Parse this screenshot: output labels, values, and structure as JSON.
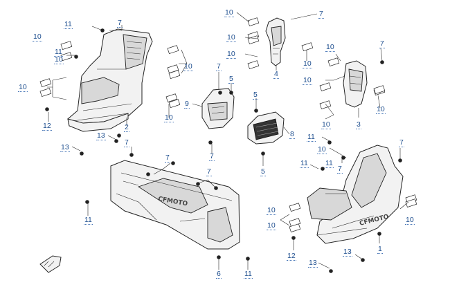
{
  "callouts": [
    {
      "id": "c1",
      "text": "11"
    },
    {
      "id": "c2",
      "text": "7"
    },
    {
      "id": "c3",
      "text": "10"
    },
    {
      "id": "c4",
      "text": "11"
    },
    {
      "id": "c5",
      "text": "10"
    },
    {
      "id": "c6",
      "text": "10"
    },
    {
      "id": "c7",
      "text": "12"
    },
    {
      "id": "c8",
      "text": "2"
    },
    {
      "id": "c9",
      "text": "13"
    },
    {
      "id": "c10",
      "text": "13"
    },
    {
      "id": "c11",
      "text": "10"
    },
    {
      "id": "c12",
      "text": "10"
    },
    {
      "id": "c13",
      "text": "7"
    },
    {
      "id": "c14",
      "text": "5"
    },
    {
      "id": "c15",
      "text": "9"
    },
    {
      "id": "c16",
      "text": "7"
    },
    {
      "id": "c17",
      "text": "10"
    },
    {
      "id": "c18",
      "text": "7"
    },
    {
      "id": "c19",
      "text": "10"
    },
    {
      "id": "c20",
      "text": "10"
    },
    {
      "id": "c21",
      "text": "4"
    },
    {
      "id": "c22",
      "text": "5"
    },
    {
      "id": "c23",
      "text": "8"
    },
    {
      "id": "c24",
      "text": "5"
    },
    {
      "id": "c25",
      "text": "10"
    },
    {
      "id": "c26",
      "text": "10"
    },
    {
      "id": "c27",
      "text": "7"
    },
    {
      "id": "c28",
      "text": "10"
    },
    {
      "id": "c29",
      "text": "10"
    },
    {
      "id": "c30",
      "text": "10"
    },
    {
      "id": "c31",
      "text": "3"
    },
    {
      "id": "c32",
      "text": "11"
    },
    {
      "id": "c33",
      "text": "10"
    },
    {
      "id": "c34",
      "text": "7"
    },
    {
      "id": "c35",
      "text": "11"
    },
    {
      "id": "c36",
      "text": "11"
    },
    {
      "id": "c37",
      "text": "7"
    },
    {
      "id": "c38",
      "text": "7"
    },
    {
      "id": "c39",
      "text": "7"
    },
    {
      "id": "c40",
      "text": "7"
    },
    {
      "id": "c41",
      "text": "11"
    },
    {
      "id": "c42",
      "text": "10"
    },
    {
      "id": "c43",
      "text": "10"
    },
    {
      "id": "c44",
      "text": "10"
    },
    {
      "id": "c45",
      "text": "1"
    },
    {
      "id": "c46",
      "text": "12"
    },
    {
      "id": "c47",
      "text": "13"
    },
    {
      "id": "c48",
      "text": "13"
    },
    {
      "id": "c49",
      "text": "6"
    },
    {
      "id": "c50",
      "text": "11"
    }
  ],
  "emblem": "CFMOTO"
}
